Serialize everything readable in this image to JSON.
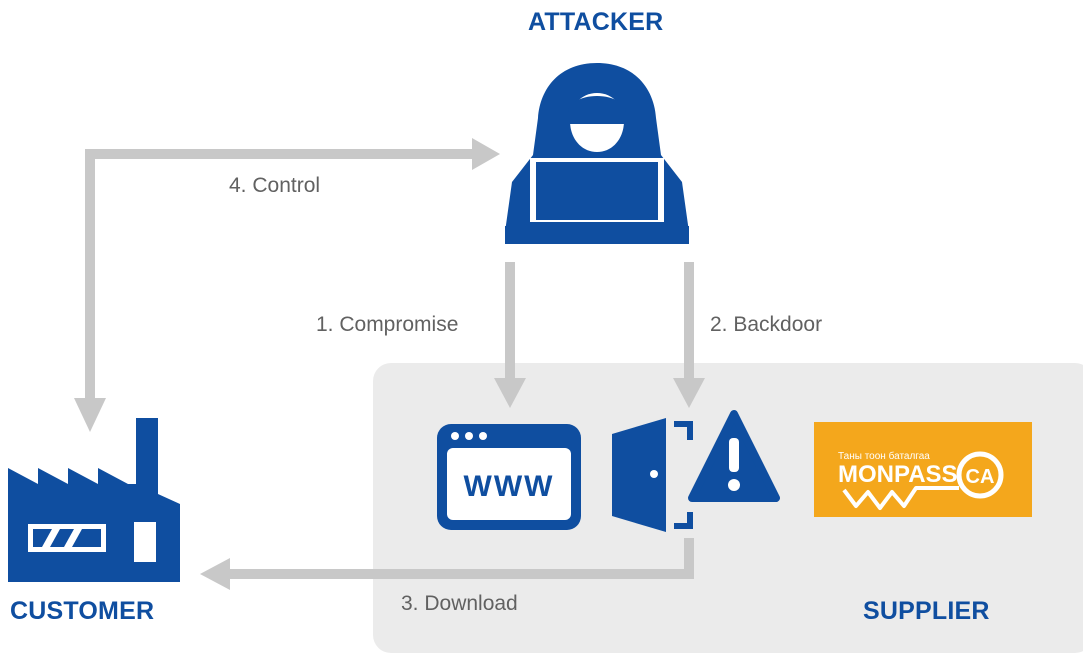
{
  "roles": {
    "attacker": "ATTACKER",
    "customer": "CUSTOMER",
    "supplier": "SUPPLIER"
  },
  "steps": {
    "compromise": "1. Compromise",
    "backdoor": "2. Backdoor",
    "download": "3. Download",
    "control": "4. Control"
  },
  "icons": {
    "attacker": "hooded-hacker-laptop-icon",
    "customer": "factory-icon",
    "website": "browser-www-icon",
    "backdoor": "door-warning-icon"
  },
  "logo": {
    "tagline": "Таны тоон баталгаа",
    "brand": "MONPASS",
    "suffix": "CA"
  },
  "colors": {
    "primary_blue": "#0f4ea0",
    "arrow_gray": "#c8c8c8",
    "text_gray": "#616161",
    "supplier_bg": "#ebebeb",
    "logo_orange": "#f4a71c"
  }
}
